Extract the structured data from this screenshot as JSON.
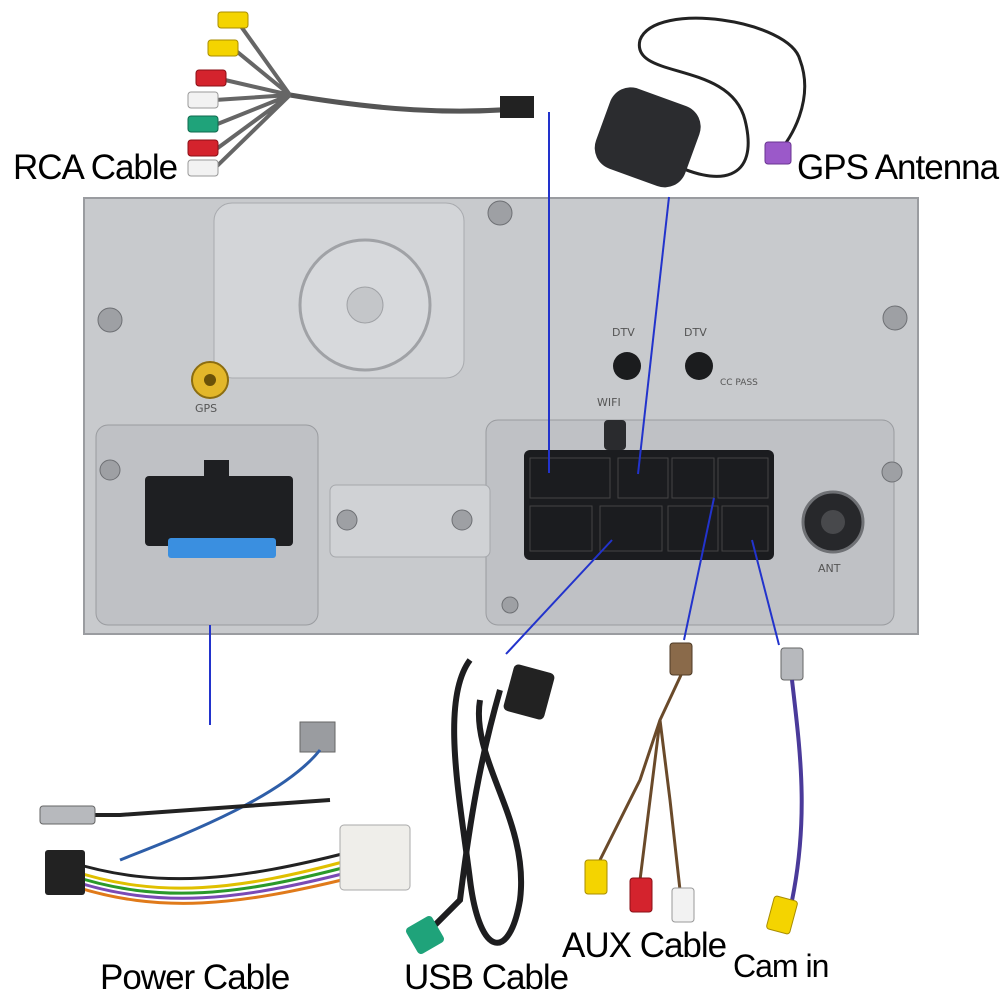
{
  "labels": {
    "rca_cable": "RCA Cable",
    "gps_antenna": "GPS Antenna",
    "power_cable": "Power Cable",
    "usb_cable": "USB Cable",
    "aux_cable": "AUX Cable",
    "cam_in": "Cam in"
  },
  "panel_markings": {
    "gps": "GPS",
    "dtv_left": "DTV",
    "dtv_right": "DTV",
    "wifi": "WIFI",
    "ant": "ANT",
    "cc_pass": "CC PASS"
  },
  "colors": {
    "panel": "#c9cbcf",
    "leader_line": "#2233cc",
    "rca_yellow": "#f4d400",
    "rca_red": "#d4232d",
    "rca_white": "#f2f2f2",
    "rca_green": "#1fa37a",
    "gps_plug": "#9b59c9",
    "fuse": "#3a8fe0"
  }
}
